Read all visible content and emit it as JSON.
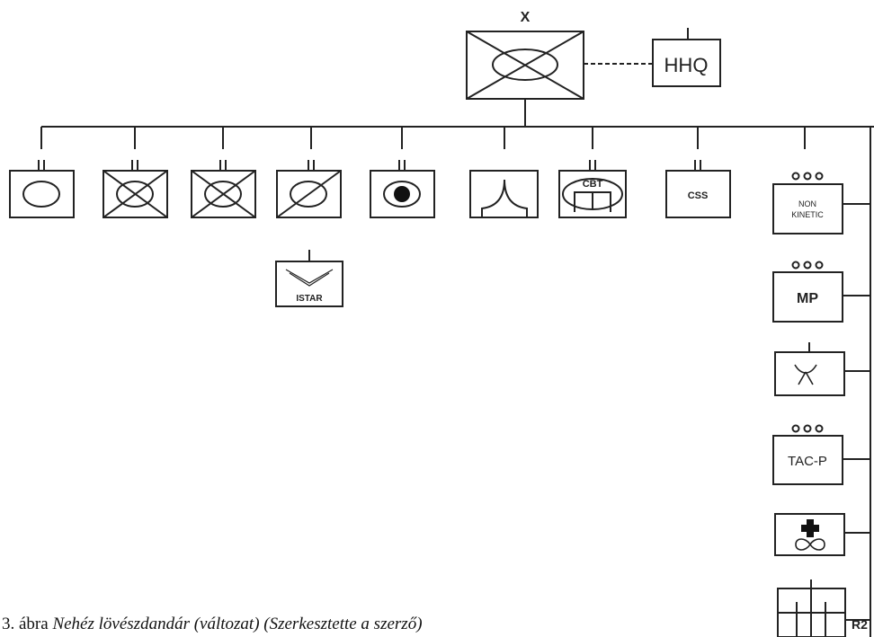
{
  "top_echelon": "X",
  "hhq_label": "HHQ",
  "css_label": "CSS",
  "cbt_label": "CBT",
  "istar_label": "ISTAR",
  "non_kinetic_line1": "NON",
  "non_kinetic_line2": "KINETIC",
  "mp_label": "MP",
  "tacp_label": "TAC-P",
  "r2_label": "R2",
  "caption": {
    "prefix": "3. ábra ",
    "italic": "Nehéz lövészdandár (változat) (Szerkesztette a szerző)"
  }
}
